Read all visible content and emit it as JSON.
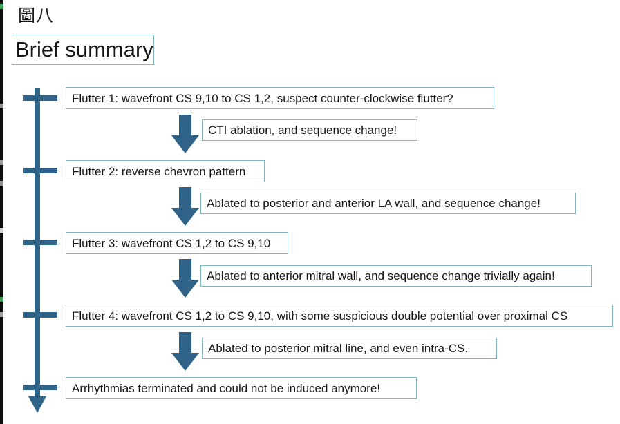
{
  "figure": {
    "caption": "圖八",
    "title": "Brief summary"
  },
  "colors": {
    "accent_dark": "#2f6387",
    "box_border": "#7fb6c2",
    "text": "#161616",
    "background": "#ffffff"
  },
  "timeline": {
    "ticks": 5,
    "arrow_direction": "down"
  },
  "steps": [
    {
      "stage_label": "Flutter 1: wavefront CS 9,10 to CS 1,2, suspect counter-clockwise flutter?",
      "action_label": "CTI ablation, and sequence change!"
    },
    {
      "stage_label": "Flutter 2: reverse chevron pattern",
      "action_label": "Ablated to posterior and anterior LA wall, and sequence change!"
    },
    {
      "stage_label": "Flutter 3: wavefront CS 1,2 to CS 9,10",
      "action_label": "Ablated to anterior mitral wall, and sequence change trivially again!"
    },
    {
      "stage_label": "Flutter 4: wavefront CS 1,2 to CS 9,10, with some suspicious double potential over proximal CS",
      "action_label": "Ablated to posterior mitral line, and even intra-CS."
    }
  ],
  "conclusion": {
    "label": "Arrhythmias terminated and could not be induced anymore!"
  }
}
